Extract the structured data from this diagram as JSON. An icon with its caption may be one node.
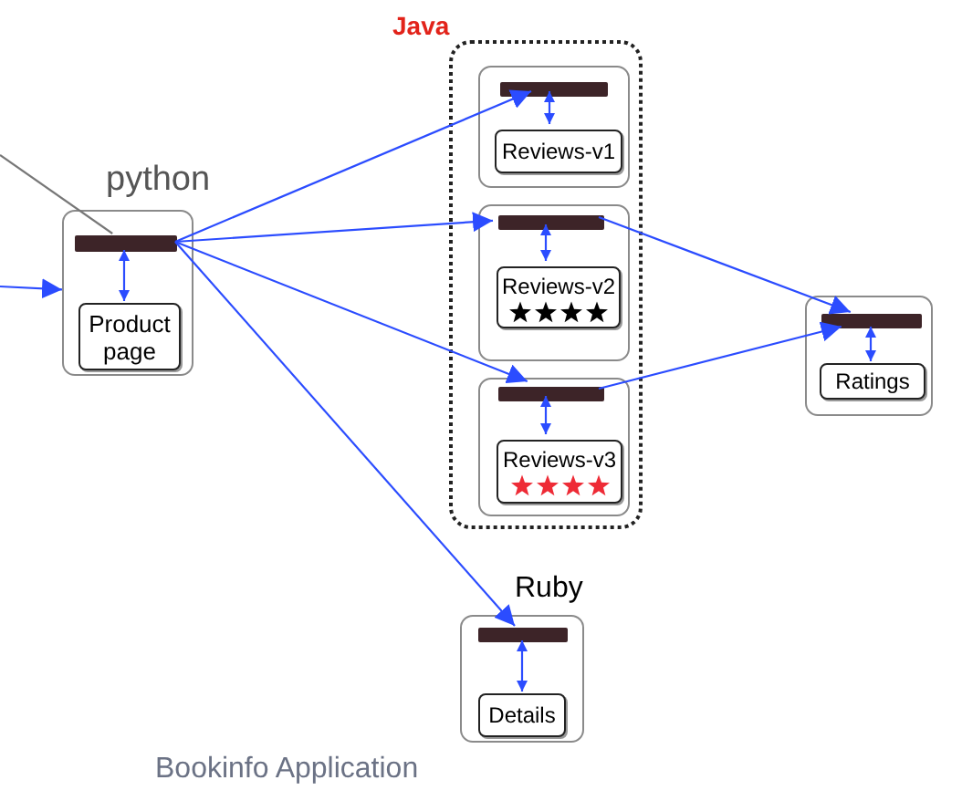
{
  "diagram": {
    "caption": "Bookinfo Application",
    "nodes": [
      {
        "text": [],
        "shape": "box"
      },
      {
        "text": [],
        "shape": "bar",
        "in": 0
      },
      {
        "text": [
          "Product page"
        ],
        "in": 0
      },
      {
        "text": [],
        "shape": "box"
      },
      {
        "text": [],
        "shape": "box",
        "in": 3
      },
      {
        "text": [],
        "shape": "bar",
        "in": 4
      },
      {
        "text": [
          "Reviews-v1"
        ],
        "in": 4
      },
      {
        "text": [],
        "shape": "box",
        "in": 3
      },
      {
        "text": [],
        "shape": "bar",
        "in": 7
      },
      {
        "text": [
          "Reviews-v2"
        ],
        "in": 7
      },
      {
        "text": [],
        "shape": "box",
        "in": 3
      },
      {
        "text": [],
        "shape": "bar",
        "in": 10
      },
      {
        "text": [
          "Reviews-v3"
        ],
        "in": 10
      },
      {
        "text": [],
        "shape": "box"
      },
      {
        "text": [],
        "shape": "bar",
        "in": 13
      },
      {
        "text": [
          "Ratings"
        ],
        "in": 13
      },
      {
        "text": [],
        "shape": "box"
      },
      {
        "text": [],
        "shape": "bar",
        "in": 16
      },
      {
        "text": [
          "Details"
        ],
        "in": 16
      }
    ],
    "edges": [
      {
        "from": null,
        "to": 1,
        "arrow": "none",
        "color": "#777777"
      },
      {
        "from": null,
        "to": 0,
        "arrow": "to"
      },
      {
        "from": 1,
        "to": 5,
        "arrow": "to"
      },
      {
        "from": 1,
        "to": 8,
        "arrow": "to"
      },
      {
        "from": 1,
        "to": 11,
        "arrow": "to"
      },
      {
        "from": 1,
        "to": 17,
        "arrow": "to"
      },
      {
        "from": 8,
        "to": 14,
        "arrow": "to"
      },
      {
        "from": 11,
        "to": 14,
        "arrow": "to"
      },
      {
        "from": 1,
        "to": 2,
        "arrow": "both"
      },
      {
        "from": 5,
        "to": 6,
        "arrow": "both"
      },
      {
        "from": 8,
        "to": 9,
        "arrow": "both"
      },
      {
        "from": 11,
        "to": 12,
        "arrow": "both"
      },
      {
        "from": 14,
        "to": 15,
        "arrow": "both"
      },
      {
        "from": 17,
        "to": 18,
        "arrow": "both"
      }
    ],
    "labels": [
      "Java",
      "python",
      "Ruby"
    ]
  }
}
